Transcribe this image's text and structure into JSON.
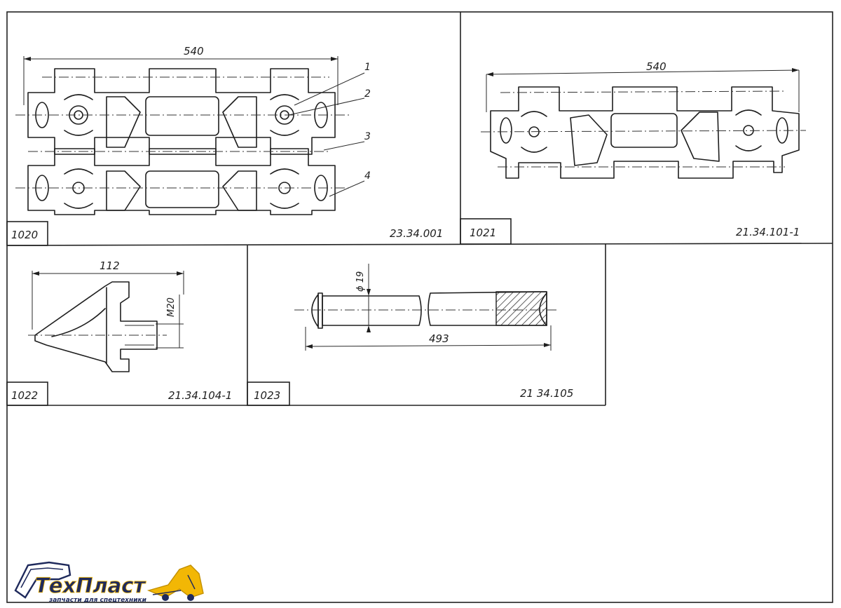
{
  "cells": [
    {
      "number": "1020",
      "code": "23.34.001",
      "dimension": "540",
      "callouts": [
        "1",
        "2",
        "3",
        "4"
      ]
    },
    {
      "number": "1021",
      "code": "21.34.101-1",
      "dimension": "540"
    },
    {
      "number": "1022",
      "code": "21.34.104-1",
      "dimension": "112",
      "thread": "M20"
    },
    {
      "number": "1023",
      "code": "21 34.105",
      "dimension": "493",
      "diameter": "ϕ 19"
    }
  ],
  "logo": {
    "brand": "ТехПласт",
    "tagline": "запчасти для спецтехники",
    "accent_color": "#f2b705",
    "text_color": "#1f2a5c"
  }
}
